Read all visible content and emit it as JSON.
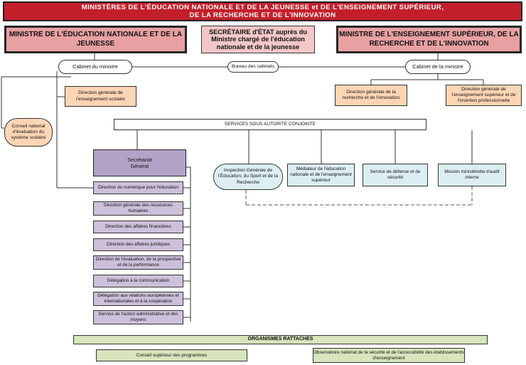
{
  "title": {
    "line1": "MINISTÈRES DE L'ÉDUCATION NATIONALE ET DE LA JEUNESSE et DE L'ENSEIGNEMENT SUPÉRIEUR,",
    "line2": "DE LA RECHERCHE ET DE L'INNOVATION"
  },
  "ministers": {
    "education": "MINISTRE DE L'ÉDUCATION NATIONALE ET DE LA JEUNESSE",
    "secretary": "SECRÉTAIRE d'ÉTAT auprès du Ministre chargé de l'éducation nationale et de la jeunesse",
    "higher_ed": "MINISTRE DE L'ENSEIGNEMENT SUPÉRIEUR, DE LA RECHERCHE ET DE L'INNOVATION"
  },
  "cabinets": {
    "left": "Cabinet du ministre",
    "bureau": "Bureau des cabinets",
    "right": "Cabinet de la ministre"
  },
  "directions": {
    "dgesco": "Direction générale de l'enseignement scolaire",
    "dgri": "Direction générale de la recherche et de l'innovation",
    "dgesip": "Direction générale de l'enseignement supérieur et de l'insertion professionnelle"
  },
  "conseil_eval": "Conseil national d'évaluation du système scolaire",
  "services": {
    "header": "SERVICES SOUS AUTORITE CONJOINTE",
    "items": [
      "Inspection Générale de l'Éducation, du Sport et de la Recherche",
      "Médiateur de l'éducation nationale et de l'enseignement supérieur",
      "Service de défense et de sécurité",
      "Mission ministérielle d'audit interne"
    ]
  },
  "secretariat": {
    "title": "Secrétariat Général",
    "items": [
      "Direction du numérique pour l'éducation",
      "Direction générale des ressources humaines",
      "Direction des affaires financières",
      "Direction des affaires juridiques",
      "Direction de l'évaluation, de la prospective et de la performance",
      "Délégation à la communication",
      "Délégation aux relations européennes et internationales et à la coopération",
      "Service de l'action administrative et des moyens"
    ]
  },
  "organismes": {
    "header": "ORGANISMES RATTACHES",
    "items": [
      "Conseil supérieur des programmes",
      "Observatoire national de la sécurité et de l'accessibilité des établissements d'enseignement"
    ]
  },
  "colors": {
    "banner": "#c21f2b",
    "minister": "#e8a0a2",
    "secretary": "#f3c7c7",
    "direction": "#fcd5b4",
    "service": "#dbeef3",
    "secretariat_head": "#b3a2c7",
    "secretariat_item": "#ccc0da",
    "organisme": "#d7e4bc"
  }
}
